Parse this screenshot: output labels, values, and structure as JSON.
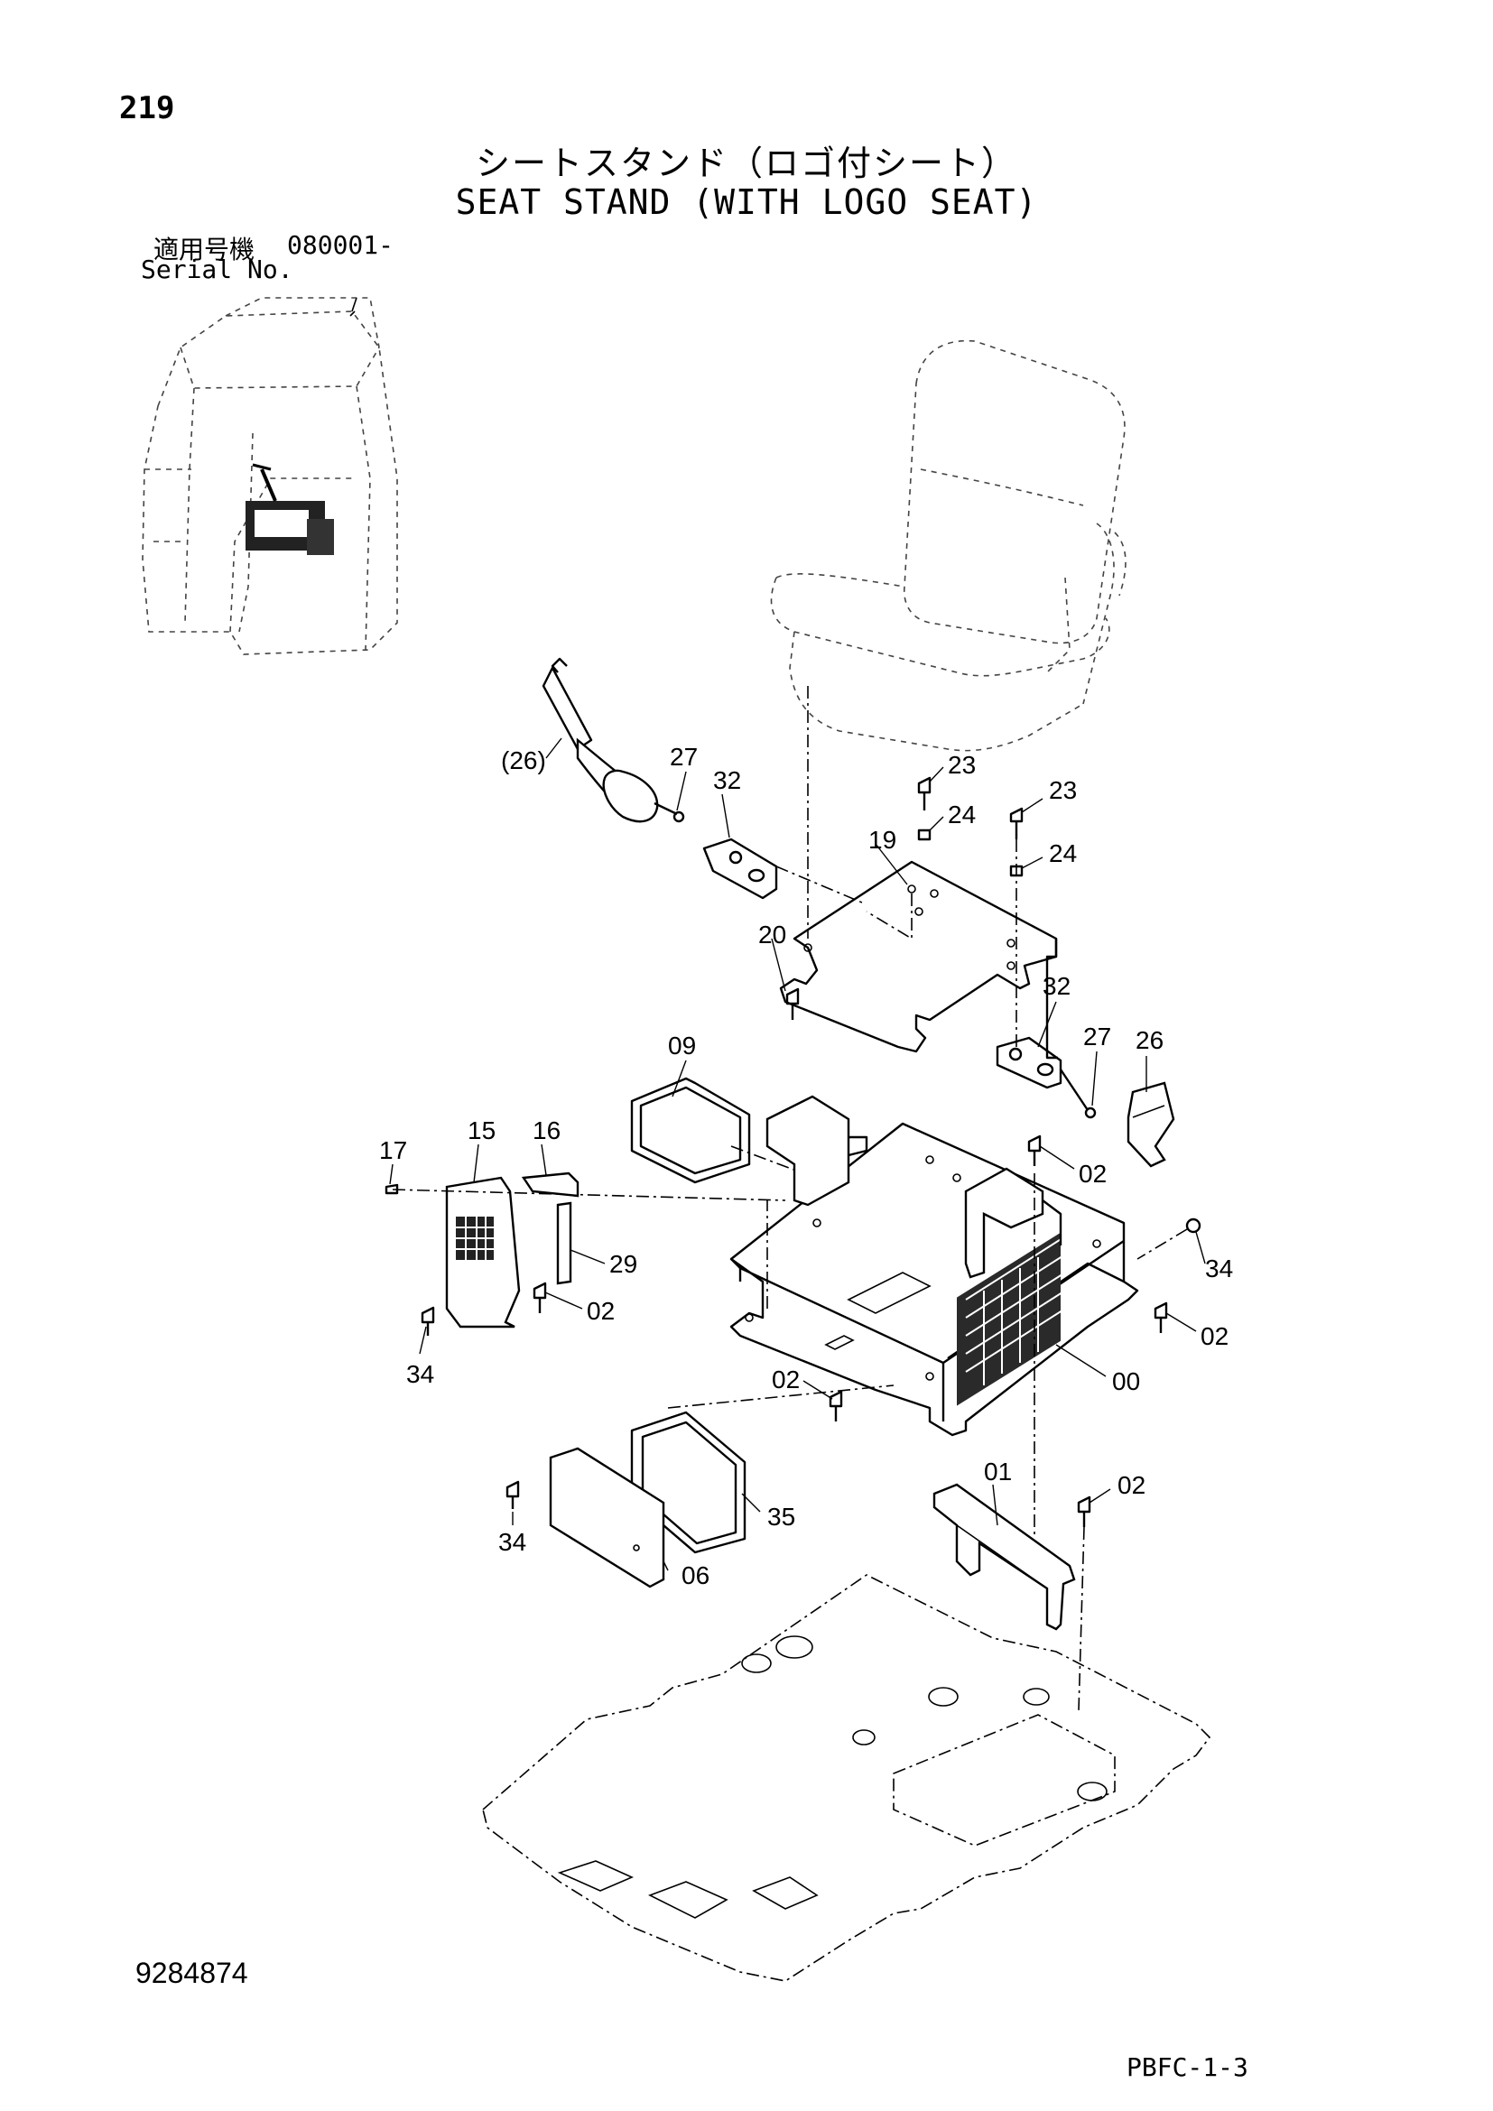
{
  "header": {
    "page_number": "219",
    "title_jp": "シートスタンド（ロゴ付シート）",
    "title_en": "SEAT STAND (WITH LOGO SEAT)",
    "serial_label_jp": "適用号機",
    "serial_value": "080001-",
    "serial_label_en": "Serial No."
  },
  "footer": {
    "drawing_number": "9284874",
    "page_code": "PBFC-1-3"
  },
  "callouts": {
    "c26p": "(26)",
    "c27a": "27",
    "c32a": "32",
    "c23a": "23",
    "c24a": "24",
    "c19": "19",
    "c23b": "23",
    "c24b": "24",
    "c20": "20",
    "c09": "09",
    "c32b": "32",
    "c27b": "27",
    "c26": "26",
    "c17": "17",
    "c15": "15",
    "c16": "16",
    "c02a": "02",
    "c29": "29",
    "c02b": "02",
    "c34a": "34",
    "c34b": "34",
    "c02c": "02",
    "c02d": "02",
    "c00": "00",
    "c01": "01",
    "c02e": "02",
    "c35": "35",
    "c34c": "34",
    "c06": "06"
  }
}
